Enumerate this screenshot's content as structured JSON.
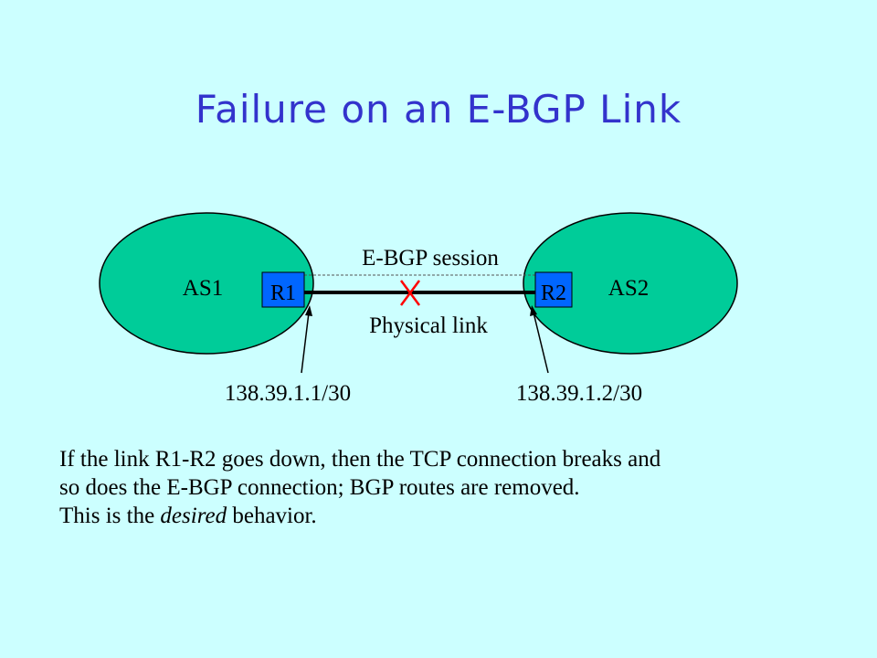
{
  "title": "Failure on an E-BGP Link",
  "diagram": {
    "as1_label": "AS1",
    "as2_label": "AS2",
    "r1_label": "R1",
    "r2_label": "R2",
    "session_label": "E-BGP session",
    "link_label": "Physical link",
    "r1_ip": "138.39.1.1/30",
    "r2_ip": "138.39.1.2/30",
    "failure_mark": "X",
    "colors": {
      "as_fill": "#00cc99",
      "router_fill": "#0066ff",
      "failure": "#ff0000",
      "title": "#3333cc",
      "background": "#ccffff"
    }
  },
  "caption": {
    "line1": "If the link R1-R2 goes down, then the TCP connection breaks and",
    "line2": "so does the E-BGP connection; BGP routes are removed.",
    "line3_pre": "This is the ",
    "line3_em": "desired",
    "line3_post": " behavior."
  }
}
